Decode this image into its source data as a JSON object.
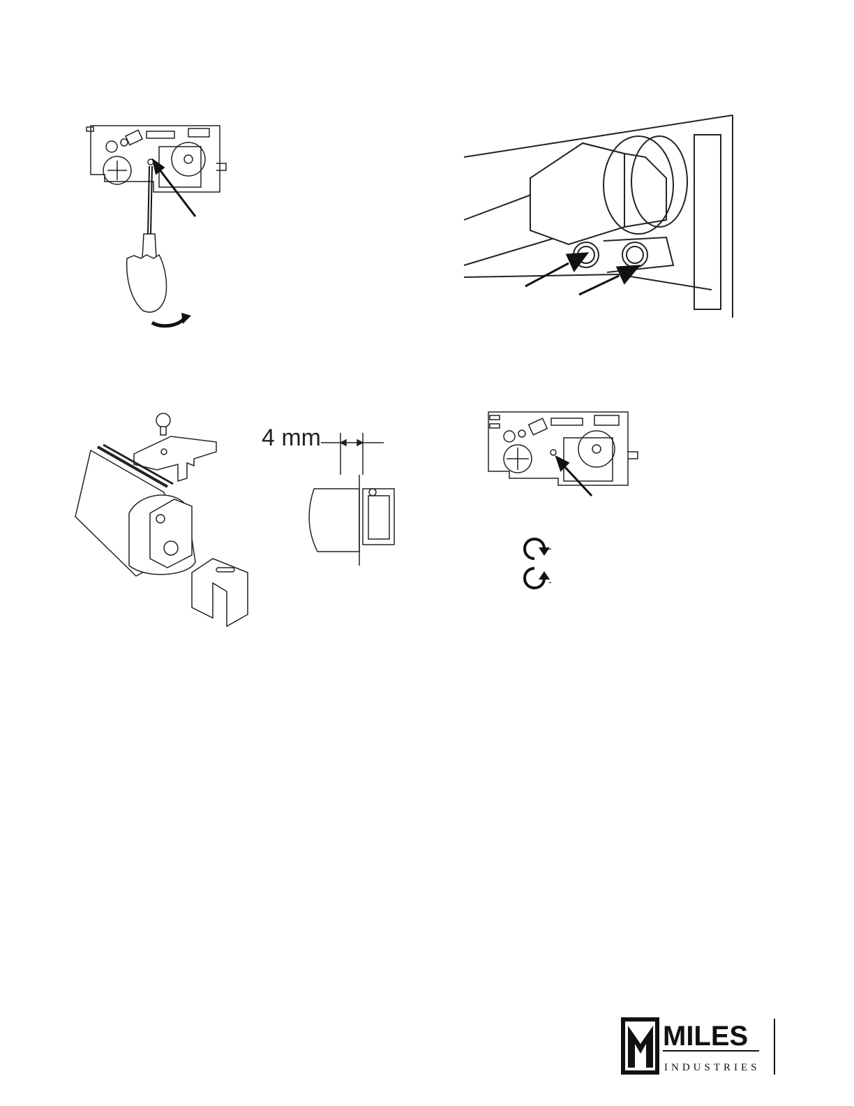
{
  "figures": {
    "valve_screwdriver": {
      "label": ""
    },
    "pipe_fitting": {
      "label": ""
    },
    "bracket_assembly": {
      "label": ""
    },
    "gap_detail": {
      "dimension_label": "4 mm"
    },
    "valve_adjust": {
      "label": ""
    }
  },
  "rotation_symbols": [
    {
      "icon": "clockwise-arrow-icon",
      "caption": "-"
    },
    {
      "icon": "counterclockwise-arrow-icon",
      "caption": "-"
    }
  ],
  "logo": {
    "brand": "MILES",
    "sub": "INDUSTRIES"
  }
}
